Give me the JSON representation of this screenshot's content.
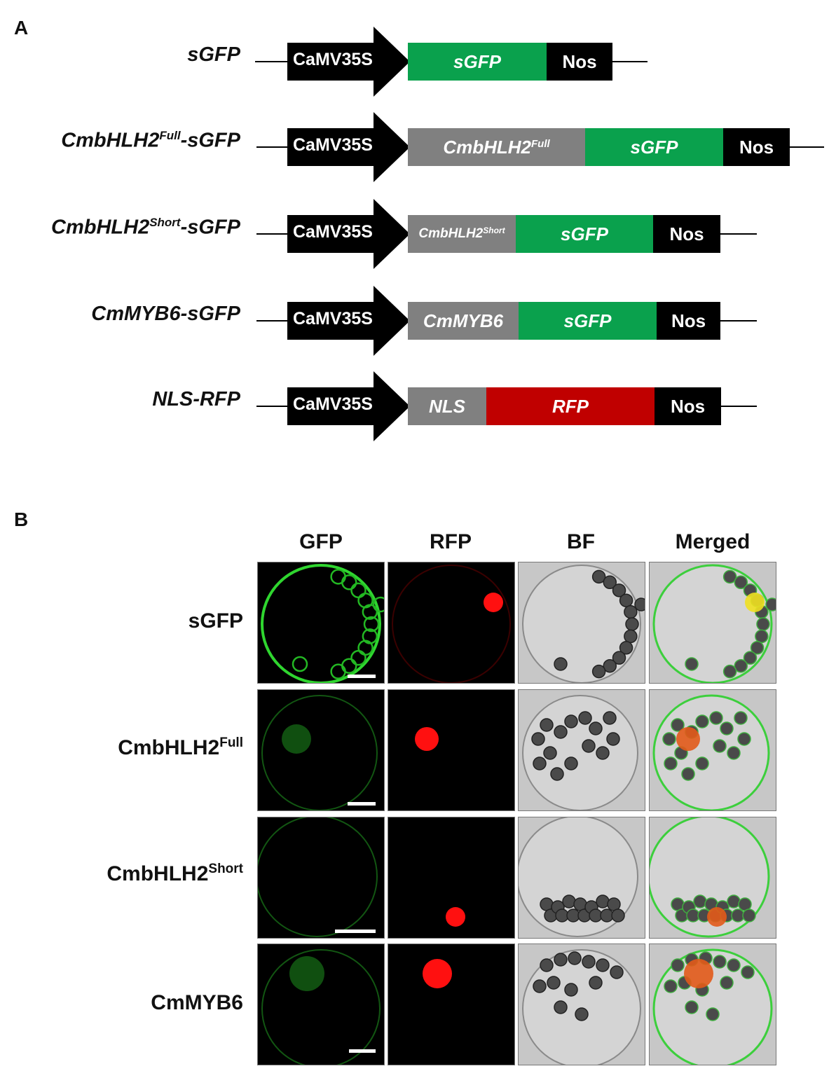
{
  "panels": {
    "a": "A",
    "b": "B"
  },
  "constructs": [
    {
      "name": "sGFP",
      "name_sup": "",
      "name_suffix": "",
      "promoter": "CaMV35S",
      "segments": [
        {
          "text": "sGFP",
          "sup": "",
          "color": "green",
          "italic": true
        },
        {
          "text": "Nos",
          "sup": "",
          "color": "black",
          "italic": false
        }
      ]
    },
    {
      "name": "CmbHLH2",
      "name_sup": "Full",
      "name_suffix": "-sGFP",
      "promoter": "CaMV35S",
      "segments": [
        {
          "text": "CmbHLH2",
          "sup": "Full",
          "color": "gray",
          "italic": true
        },
        {
          "text": "sGFP",
          "sup": "",
          "color": "green",
          "italic": true
        },
        {
          "text": "Nos",
          "sup": "",
          "color": "black",
          "italic": false
        }
      ]
    },
    {
      "name": "CmbHLH2",
      "name_sup": "Short",
      "name_suffix": "-sGFP",
      "promoter": "CaMV35S",
      "segments": [
        {
          "text": "CmbHLH2",
          "sup": "Short",
          "color": "gray",
          "italic": true
        },
        {
          "text": "sGFP",
          "sup": "",
          "color": "green",
          "italic": true
        },
        {
          "text": "Nos",
          "sup": "",
          "color": "black",
          "italic": false
        }
      ]
    },
    {
      "name": "CmMYB6-sGFP",
      "name_sup": "",
      "name_suffix": "",
      "promoter": "CaMV35S",
      "segments": [
        {
          "text": "CmMYB6",
          "sup": "",
          "color": "gray",
          "italic": true
        },
        {
          "text": "sGFP",
          "sup": "",
          "color": "green",
          "italic": true
        },
        {
          "text": "Nos",
          "sup": "",
          "color": "black",
          "italic": false
        }
      ]
    },
    {
      "name": "NLS-RFP",
      "name_sup": "",
      "name_suffix": "",
      "promoter": "CaMV35S",
      "segments": [
        {
          "text": "NLS",
          "sup": "",
          "color": "gray",
          "italic": true
        },
        {
          "text": "RFP",
          "sup": "",
          "color": "red",
          "italic": true
        },
        {
          "text": "Nos",
          "sup": "",
          "color": "black",
          "italic": false
        }
      ]
    }
  ],
  "columns": [
    "GFP",
    "RFP",
    "BF",
    "Merged"
  ],
  "rows": [
    {
      "label": "sGFP",
      "sup": ""
    },
    {
      "label": "CmbHLH2",
      "sup": "Full"
    },
    {
      "label": "CmbHLH2",
      "sup": "Short"
    },
    {
      "label": "CmMYB6",
      "sup": ""
    }
  ],
  "colors": {
    "green": "#0aa14d",
    "gray": "#808080",
    "black": "#000000",
    "red": "#c00000"
  }
}
